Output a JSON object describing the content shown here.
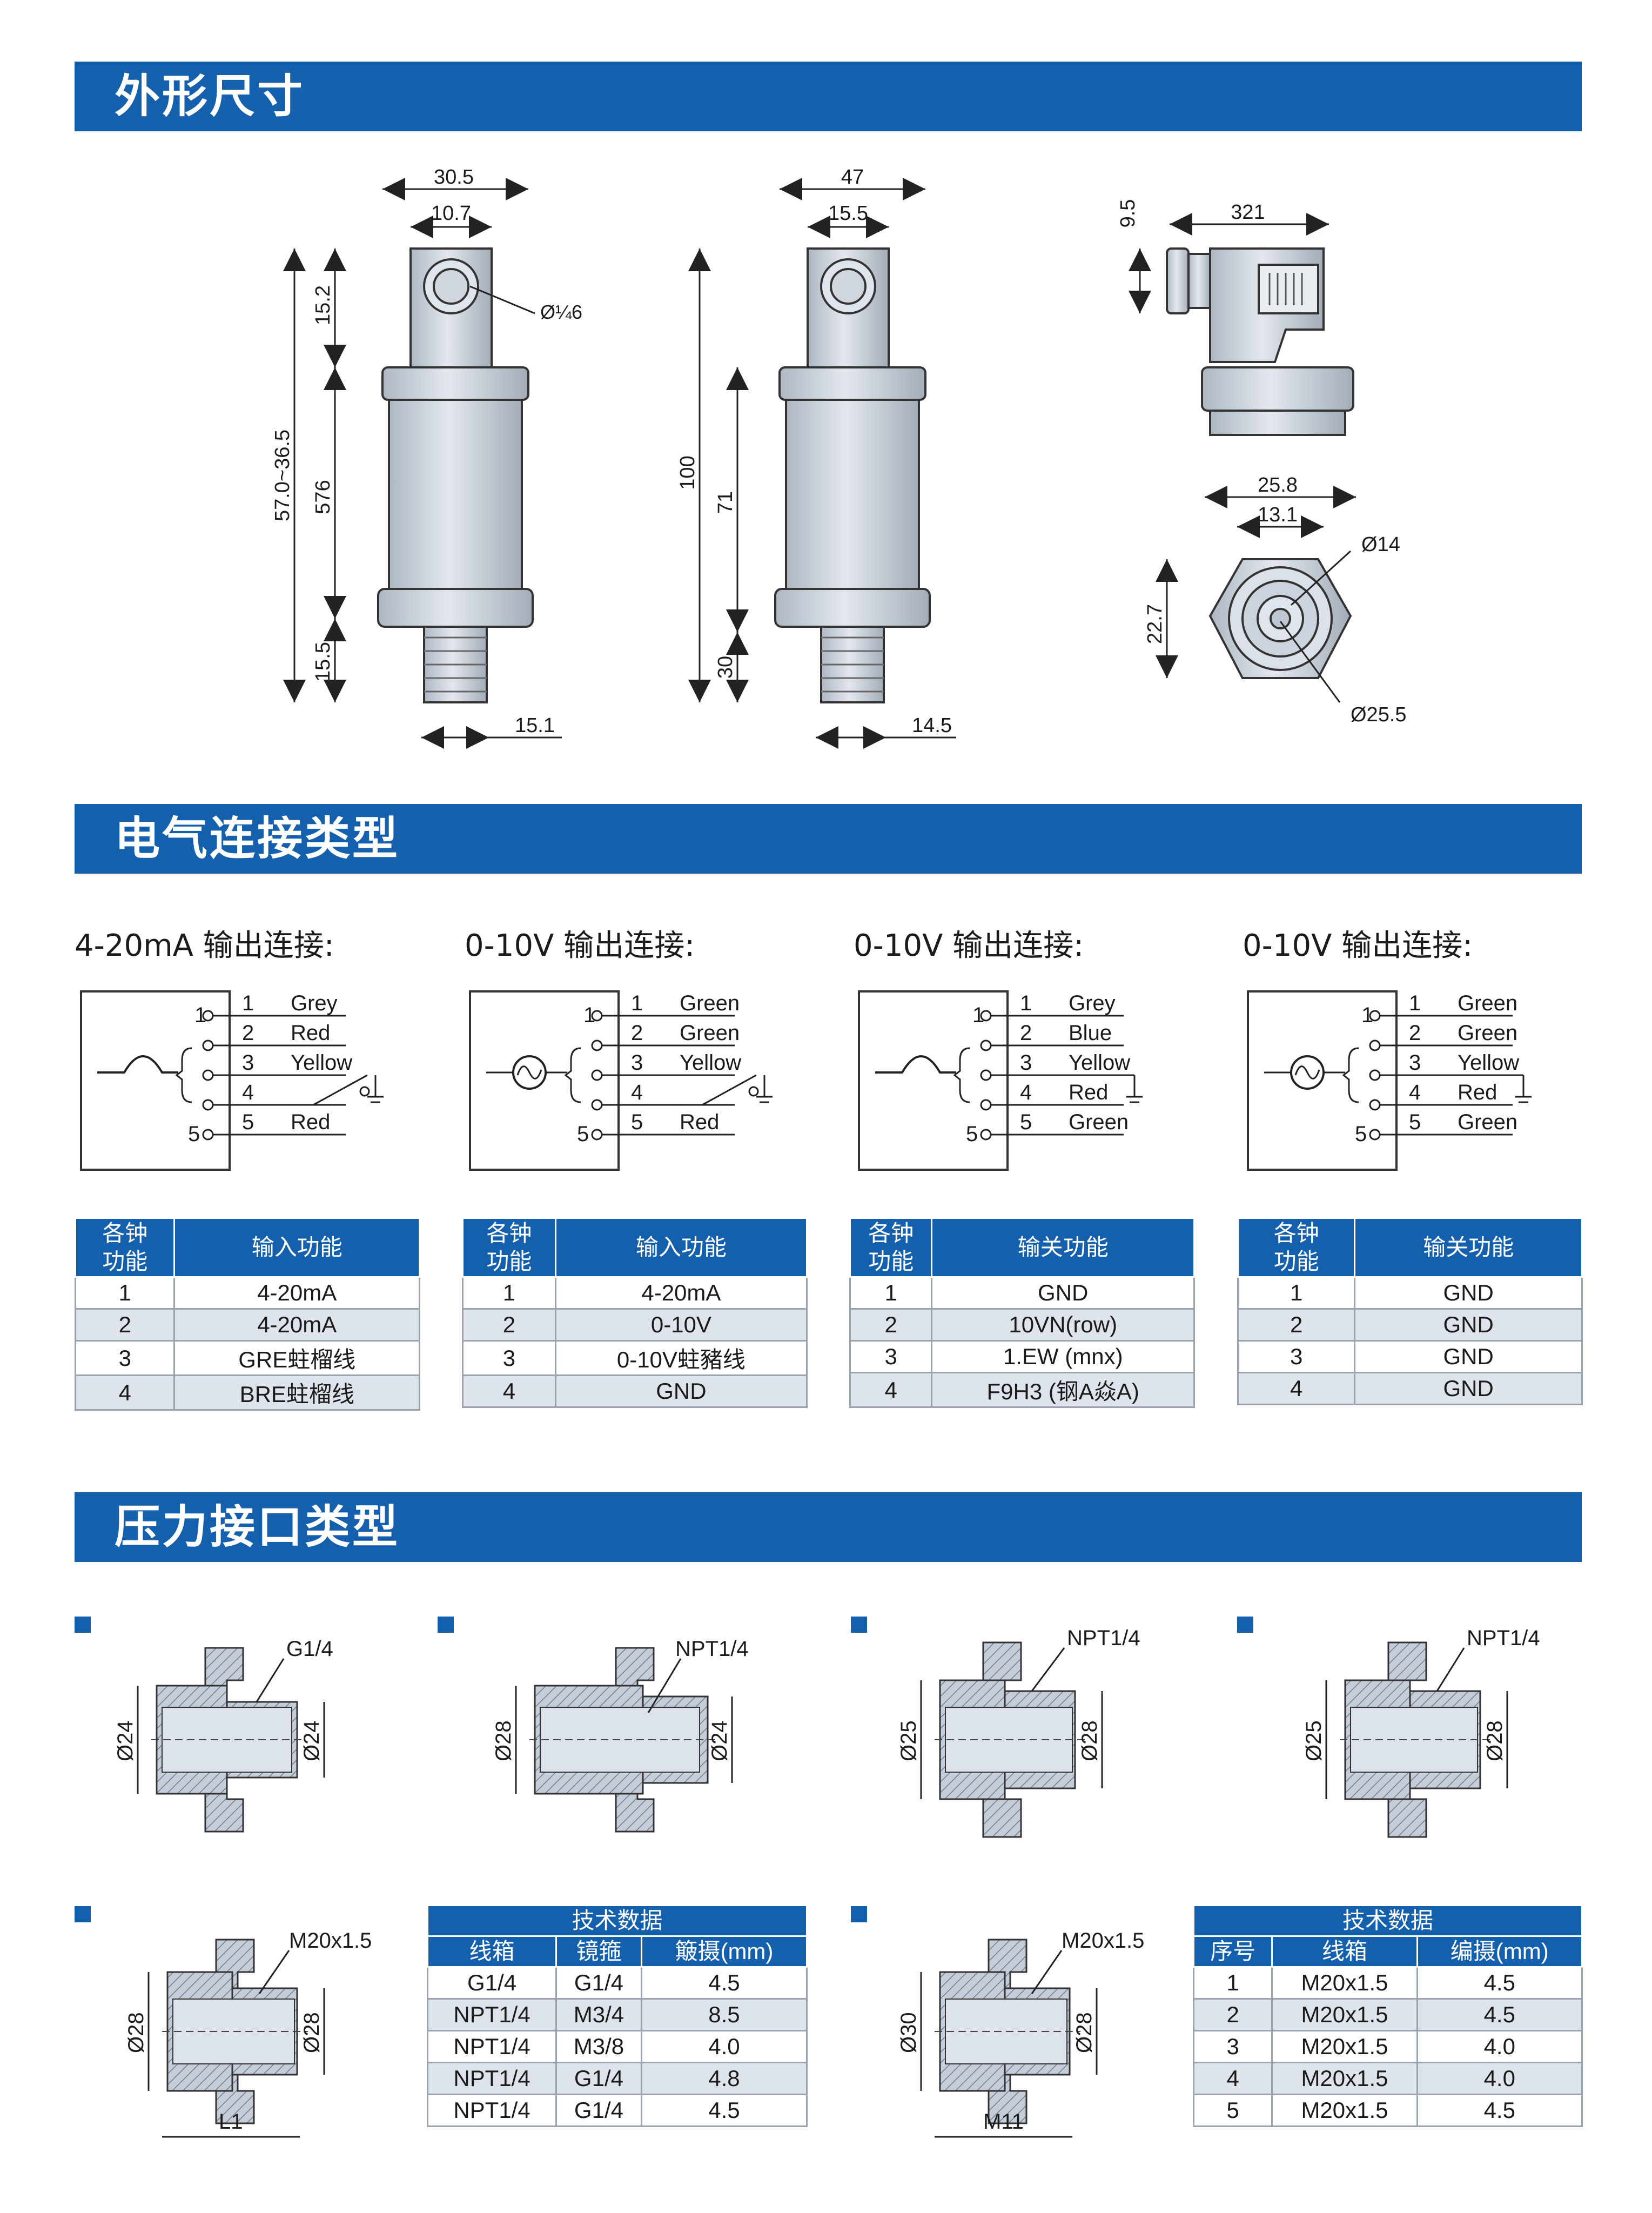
{
  "sections": {
    "dimensions": "外形尺寸",
    "electrical": "电气连接类型",
    "pressure": "压力接口类型"
  },
  "dims": {
    "a_w": "30.5",
    "a_w2": "10.7",
    "a_dia": "Ø¼6",
    "a_h1": "15.2",
    "a_total": "57.0~36.5",
    "a_h2": "576",
    "a_h3": "15.5",
    "a_b": "15.1",
    "b_w": "47",
    "b_w2": "15.5",
    "b_total": "100",
    "b_h2": "71",
    "b_h3": "30",
    "b_b": "14.5",
    "c_h": "9.5",
    "c_w": "321",
    "d_w": "25.8",
    "d_w2": "13.1",
    "d_dia1": "Ø14",
    "d_h": "22.7",
    "d_dia2": "Ø25.5"
  },
  "connections": [
    {
      "title": "4-20mA 输出连接:",
      "wires": [
        "1",
        "Grey",
        "2",
        "Red",
        "3",
        "Yellow",
        "4",
        "",
        "5",
        "Red"
      ]
    },
    {
      "title": "0-10V 输出连接:",
      "wires": [
        "1",
        "Green",
        "2",
        "Green",
        "3",
        "Yellow",
        "4",
        "",
        "5",
        "Red"
      ]
    },
    {
      "title": "0-10V 输出连接:",
      "wires": [
        "1",
        "Grey",
        "2",
        "Blue",
        "3",
        "Yellow",
        "4",
        "Red",
        "5",
        "Green"
      ]
    },
    {
      "title": "0-10V 输出连接:",
      "wires": [
        "1",
        "Green",
        "2",
        "Green",
        "3",
        "Yellow",
        "4",
        "Red",
        "5",
        "Green"
      ]
    }
  ],
  "pin_labels": {
    "p1": "1",
    "p5": "5"
  },
  "pin_tables": [
    {
      "h1": "各钟\n功能",
      "h2": "输入功能",
      "rows": [
        [
          "1",
          "4-20mA"
        ],
        [
          "2",
          "4-20mA"
        ],
        [
          "3",
          "GRE蛀榴线"
        ],
        [
          "4",
          "BRE蛀榴线"
        ]
      ]
    },
    {
      "h1": "各钟\n功能",
      "h2": "输入功能",
      "rows": [
        [
          "1",
          "4-20mA"
        ],
        [
          "2",
          "0-10V"
        ],
        [
          "3",
          "0-10V蛀豬线"
        ],
        [
          "4",
          "GND"
        ]
      ]
    },
    {
      "h1": "各钟\n功能",
      "h2": "输关功能",
      "rows": [
        [
          "1",
          "GND"
        ],
        [
          "2",
          "10VN(row)"
        ],
        [
          "3",
          "1.EW (mnx)"
        ],
        [
          "4",
          "F9H3 (钢A焱A)"
        ]
      ]
    },
    {
      "h1": "各钟\n功能",
      "h2": "输关功能",
      "rows": [
        [
          "1",
          "GND"
        ],
        [
          "2",
          "GND"
        ],
        [
          "3",
          "GND"
        ],
        [
          "4",
          "GND"
        ]
      ]
    }
  ],
  "ports": [
    {
      "thread": "G1/4",
      "d_left": "Ø24",
      "d_right": "Ø24"
    },
    {
      "thread": "NPT1/4",
      "d_left": "Ø28",
      "d_right": "Ø24"
    },
    {
      "thread": "NPT1/4",
      "d_left": "Ø25",
      "d_right": "Ø28"
    },
    {
      "thread": "NPT1/4",
      "d_left": "Ø25",
      "d_right": "Ø28"
    },
    {
      "thread": "M20x1.5",
      "d_left": "Ø28",
      "d_right": "Ø28",
      "bottom": "L1"
    },
    {
      "thread": "M20x1.5",
      "d_left": "Ø30",
      "d_right": "Ø28",
      "bottom": "M11"
    }
  ],
  "tech_table_1": {
    "title": "技术数据",
    "headers": [
      "线箱",
      "镜箍",
      "簸摄(mm)"
    ],
    "rows": [
      [
        "G1/4",
        "G1/4",
        "4.5"
      ],
      [
        "NPT1/4",
        "M3/4",
        "8.5"
      ],
      [
        "NPT1/4",
        "M3/8",
        "4.0"
      ],
      [
        "NPT1/4",
        "G1/4",
        "4.8"
      ],
      [
        "NPT1/4",
        "G1/4",
        "4.5"
      ]
    ]
  },
  "tech_table_2": {
    "title": "技术数据",
    "headers": [
      "序号",
      "线箱",
      "编摄(mm)"
    ],
    "rows": [
      [
        "1",
        "M20x1.5",
        "4.5"
      ],
      [
        "2",
        "M20x1.5",
        "4.5"
      ],
      [
        "3",
        "M20x1.5",
        "4.0"
      ],
      [
        "4",
        "M20x1.5",
        "4.0"
      ],
      [
        "5",
        "M20x1.5",
        "4.5"
      ]
    ]
  },
  "colors": {
    "brand": "#1560ac",
    "row_alt": "#dde4ec",
    "metal": "#c9d0d8",
    "hatch": "#7b8a9a"
  }
}
